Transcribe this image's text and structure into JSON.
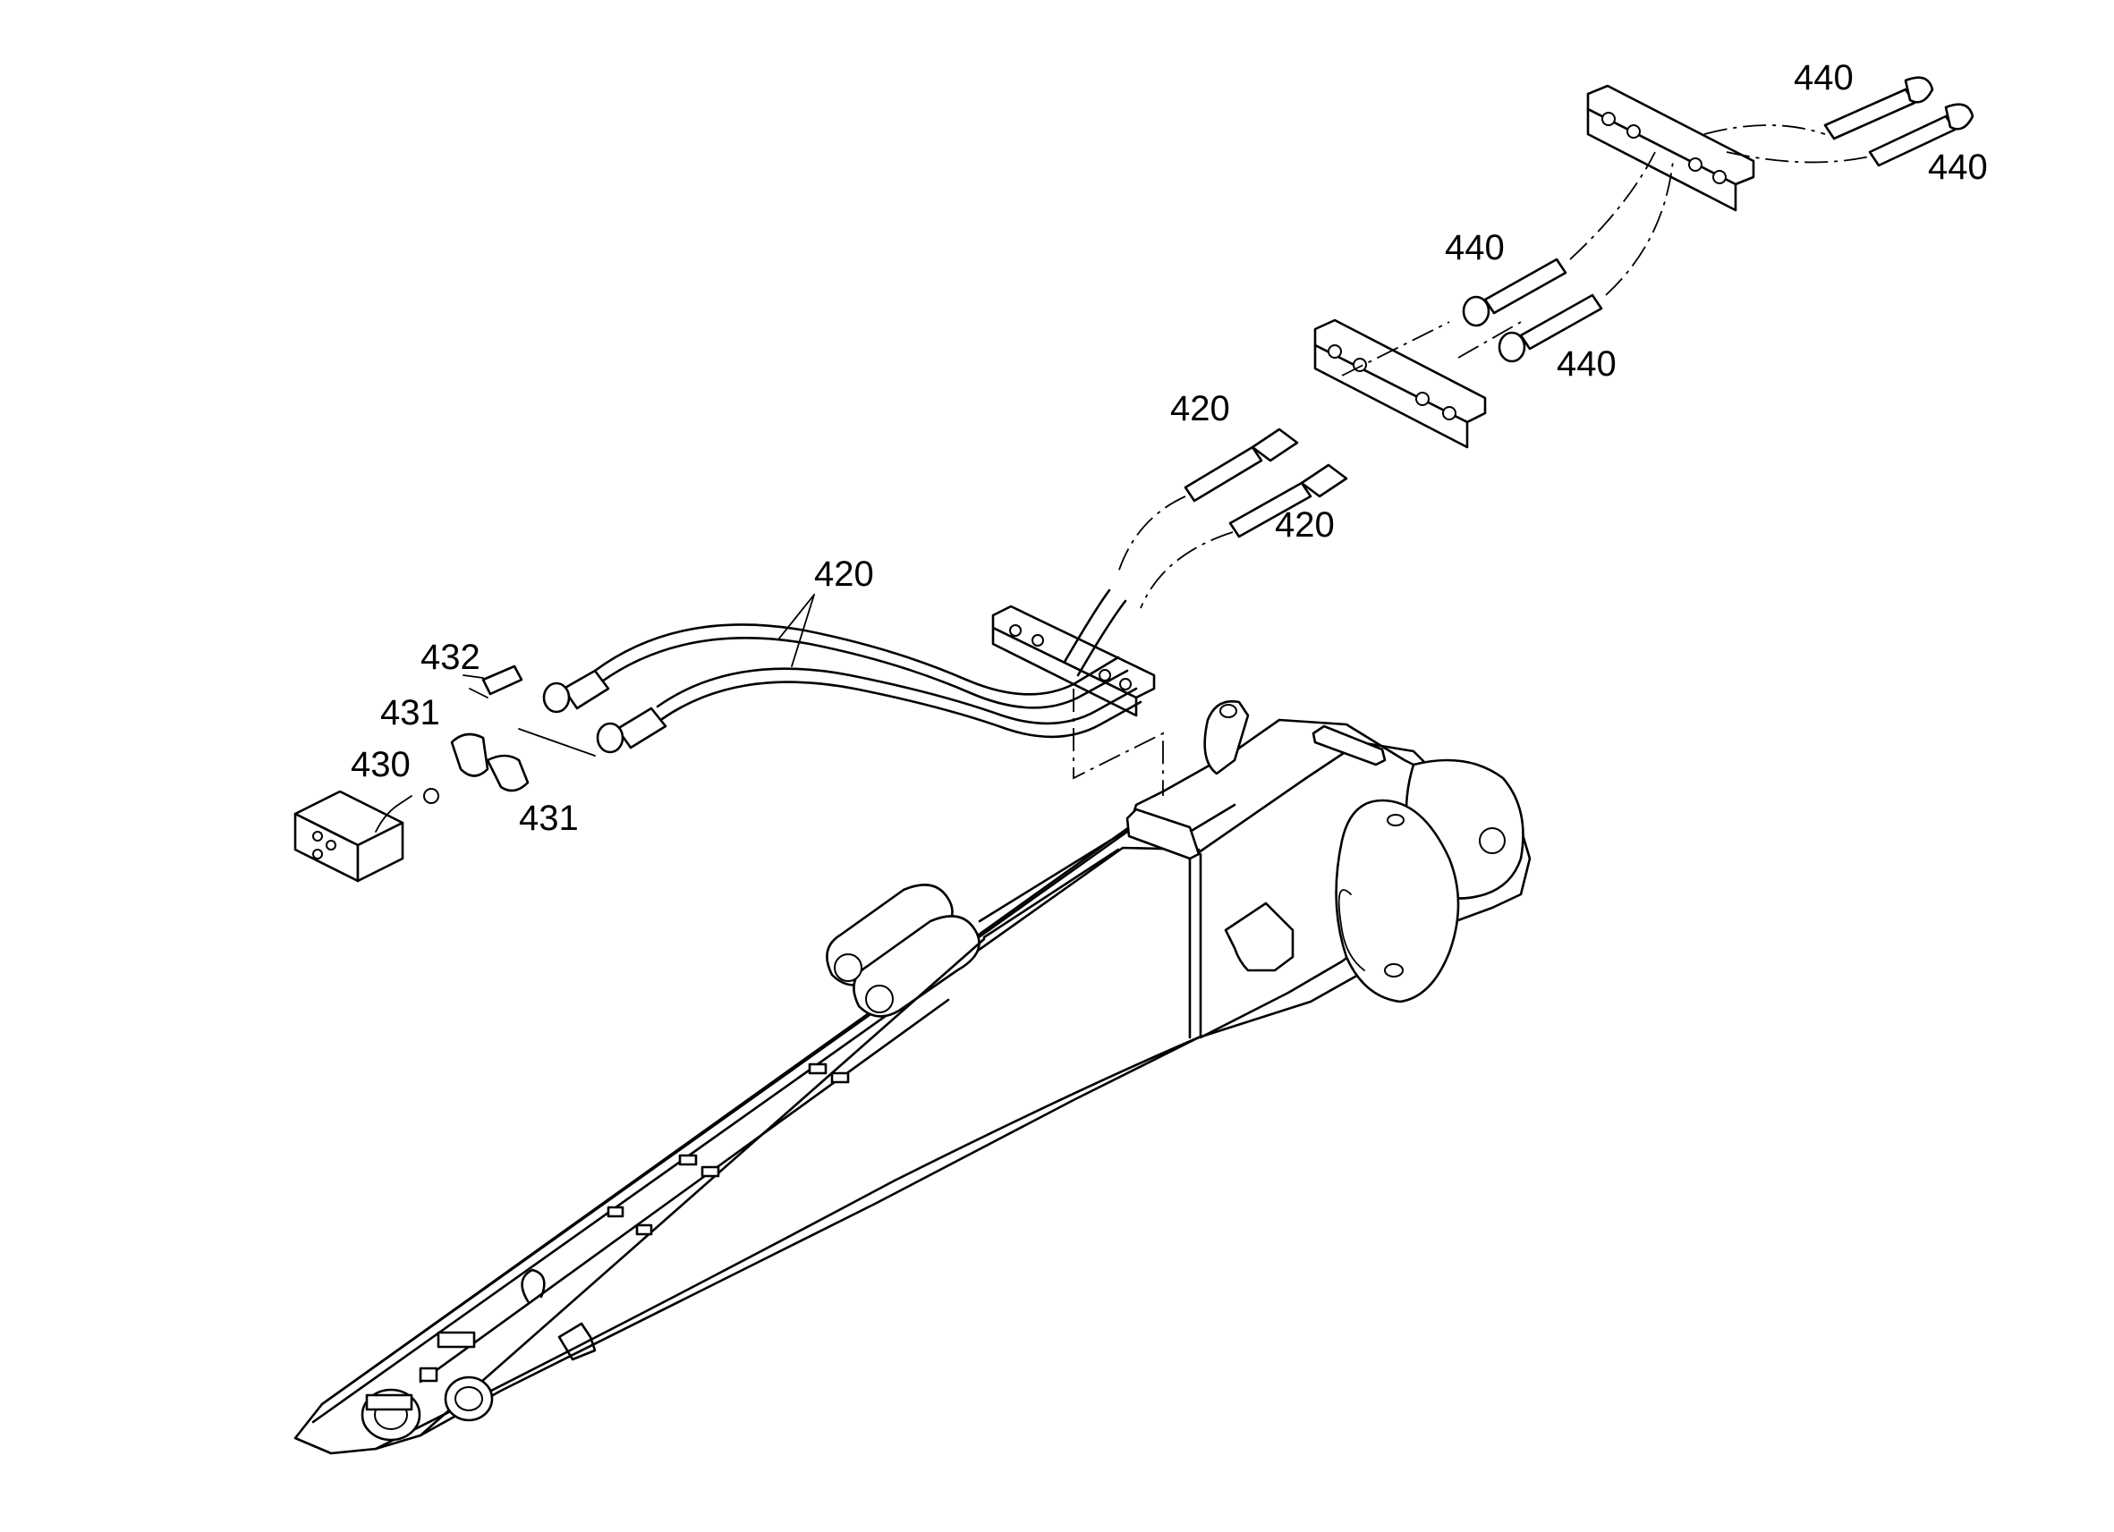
{
  "labels": {
    "l440_a": "440",
    "l440_b": "440",
    "l440_c": "440",
    "l440_d": "440",
    "l420_a": "420",
    "l420_b": "420",
    "l420_c": "420",
    "l432": "432",
    "l431_a": "431",
    "l431_b": "431",
    "l430": "430"
  }
}
